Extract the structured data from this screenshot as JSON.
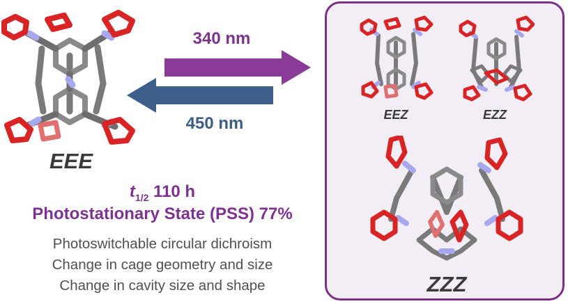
{
  "labels": {
    "eee": "EEE",
    "eez": "EEZ",
    "ezz": "EZZ",
    "zzz": "ZZZ"
  },
  "arrows": {
    "forward_wavelength": "340 nm",
    "backward_wavelength": "450 nm"
  },
  "properties": {
    "half_life_symbol": "t",
    "half_life_subscript": "1/2",
    "half_life_value": " 110 h",
    "pss": "Photostationary State (PSS) 77%",
    "lines": [
      "Photoswitchable circular dichroism",
      "Change in cage geometry and size",
      "Change in cavity size and shape"
    ]
  },
  "colors": {
    "purple": "#7d3290",
    "blue": "#3b5d86",
    "panel_border": "#7b2f86",
    "panel_fill": "#f3eef6",
    "carbon": "#7a7a7a",
    "nitrogen": "#a8a8ee",
    "oxygen": "#d82424"
  }
}
